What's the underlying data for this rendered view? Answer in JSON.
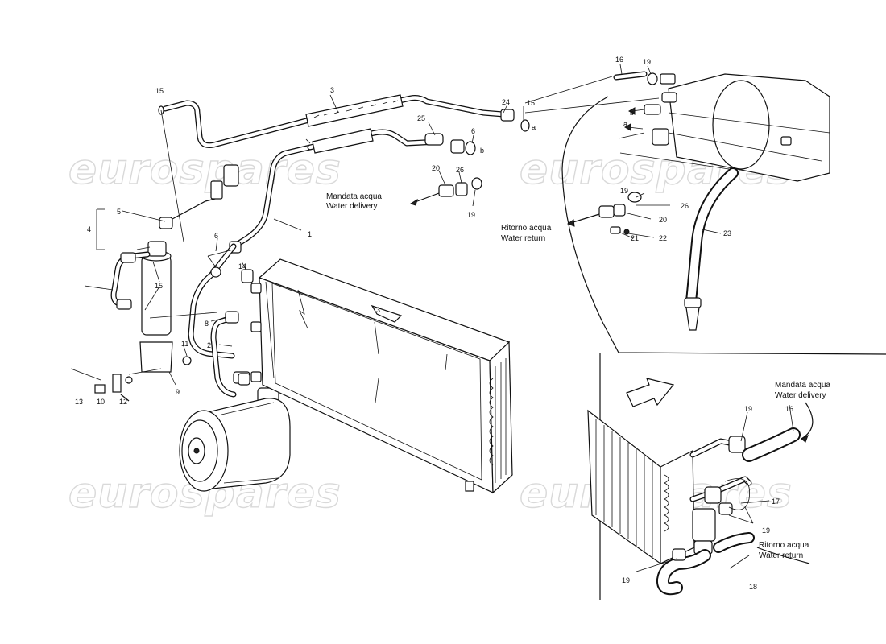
{
  "watermark": "eurospares",
  "callouts": {
    "n1": "1",
    "n2": "2",
    "n3": "3",
    "n4": "4",
    "n5": "5",
    "n6": "6",
    "n6b": "6",
    "n8": "8",
    "n9": "9",
    "n10": "10",
    "n11": "11",
    "n12": "12",
    "n13": "13",
    "n14": "14",
    "n15a": "15",
    "n15b": "15",
    "n15c": "15",
    "n16a": "16",
    "n16b": "16",
    "n17": "17",
    "n18": "18",
    "n19a": "19",
    "n19b": "19",
    "n19c": "19",
    "n19d": "19",
    "n19e": "19",
    "n19f": "19",
    "n20a": "20",
    "n20b": "20",
    "n21": "21",
    "n22": "22",
    "n23": "23",
    "n24": "24",
    "n25": "25",
    "n26a": "26",
    "n26b": "26",
    "ra": "a",
    "rb": "b",
    "ra2": "a",
    "rb2": "b",
    "r3": "3"
  },
  "labels": {
    "delivery_it": "Mandata acqua",
    "delivery_en": "Water delivery",
    "return_it": "Ritorno acqua",
    "return_en": "Water return",
    "delivery_it_2": "Mandata acqua",
    "delivery_en_2": "Water delivery",
    "return_it_2": "Ritorno acqua",
    "return_en_2": "Water return"
  },
  "icons": {
    "direction_arrow": "arrow-icon"
  }
}
